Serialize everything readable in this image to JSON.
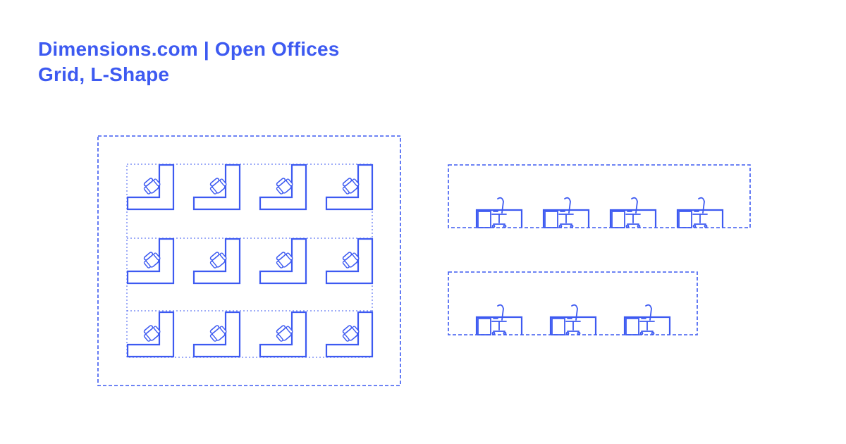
{
  "header": {
    "title": "Dimensions.com | Open Offices",
    "subtitle": "Grid, L-Shape"
  },
  "colors": {
    "accent": "#3d5af1"
  },
  "diagram": {
    "grid_plan": {
      "rows": 3,
      "columns": 4,
      "workstation": "l-shape-desk-with-chair"
    },
    "elevation_four": {
      "count": 4,
      "workstation": "desk-elevation-with-chair"
    },
    "elevation_three": {
      "count": 3,
      "workstation": "desk-elevation-with-chair"
    }
  }
}
